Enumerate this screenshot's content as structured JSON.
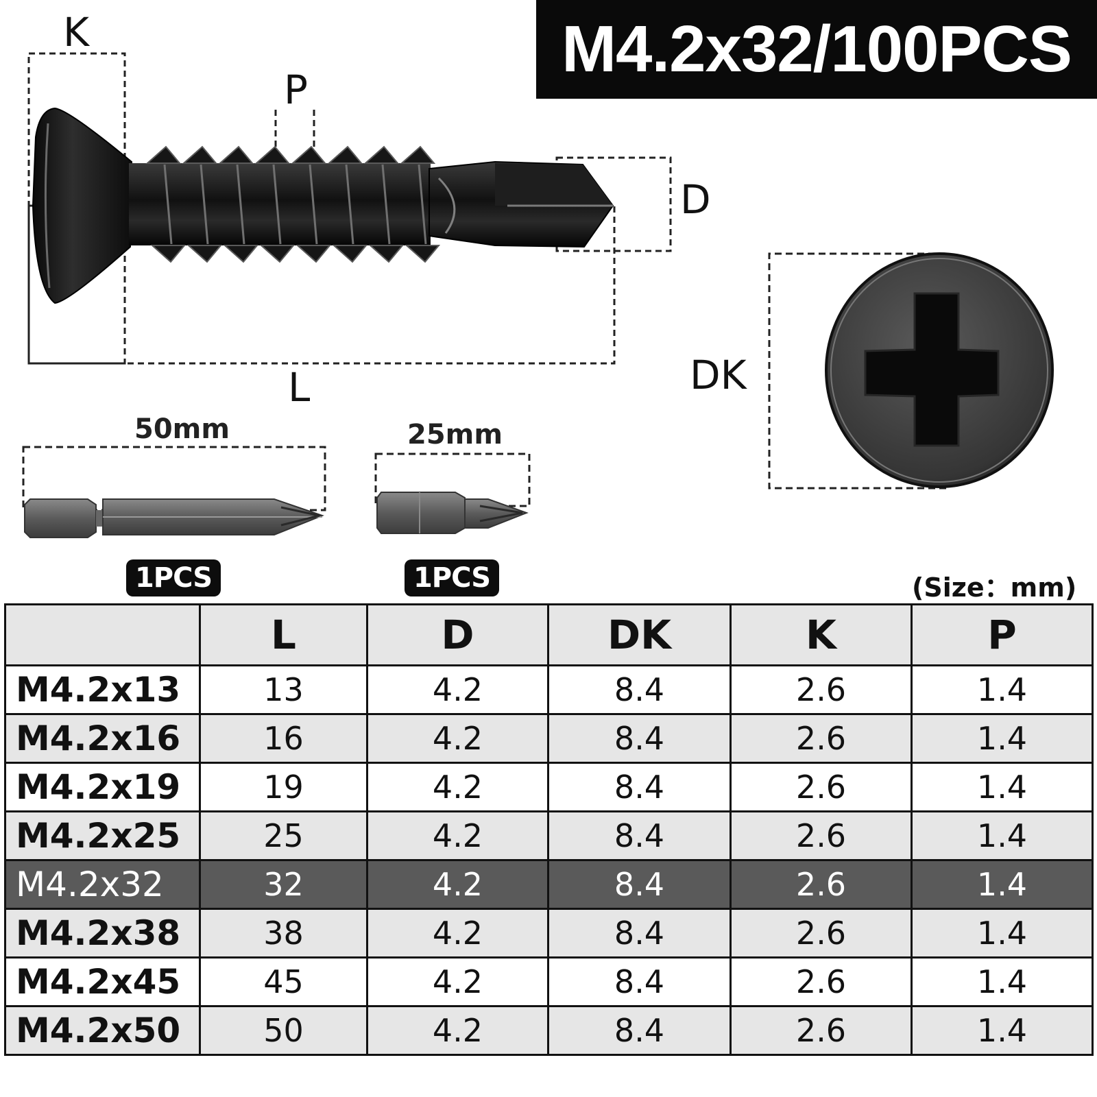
{
  "title": "M4.2x32/100PCS",
  "diagram_labels": {
    "K": "K",
    "P": "P",
    "D": "D",
    "L": "L",
    "DK": "DK"
  },
  "bits": [
    {
      "length": "50mm",
      "qty": "1PCS"
    },
    {
      "length": "25mm",
      "qty": "1PCS"
    }
  ],
  "size_note": "(Size：mm)",
  "table": {
    "headers": [
      "",
      "L",
      "D",
      "DK",
      "K",
      "P"
    ],
    "rows": [
      {
        "model": "M4.2x13",
        "L": "13",
        "D": "4.2",
        "DK": "8.4",
        "K": "2.6",
        "P": "1.4"
      },
      {
        "model": "M4.2x16",
        "L": "16",
        "D": "4.2",
        "DK": "8.4",
        "K": "2.6",
        "P": "1.4"
      },
      {
        "model": "M4.2x19",
        "L": "19",
        "D": "4.2",
        "DK": "8.4",
        "K": "2.6",
        "P": "1.4"
      },
      {
        "model": "M4.2x25",
        "L": "25",
        "D": "4.2",
        "DK": "8.4",
        "K": "2.6",
        "P": "1.4"
      },
      {
        "model": "M4.2x32",
        "L": "32",
        "D": "4.2",
        "DK": "8.4",
        "K": "2.6",
        "P": "1.4"
      },
      {
        "model": "M4.2x38",
        "L": "38",
        "D": "4.2",
        "DK": "8.4",
        "K": "2.6",
        "P": "1.4"
      },
      {
        "model": "M4.2x45",
        "L": "45",
        "D": "4.2",
        "DK": "8.4",
        "K": "2.6",
        "P": "1.4"
      },
      {
        "model": "M4.2x50",
        "L": "50",
        "D": "4.2",
        "DK": "8.4",
        "K": "2.6",
        "P": "1.4"
      }
    ],
    "highlighted_row": 4
  },
  "colors": {
    "title_bg": "#0a0a0a",
    "header_bg": "#e6e6e6",
    "highlight_bg": "#5a5a5a",
    "screw": "#1a1a1a"
  }
}
